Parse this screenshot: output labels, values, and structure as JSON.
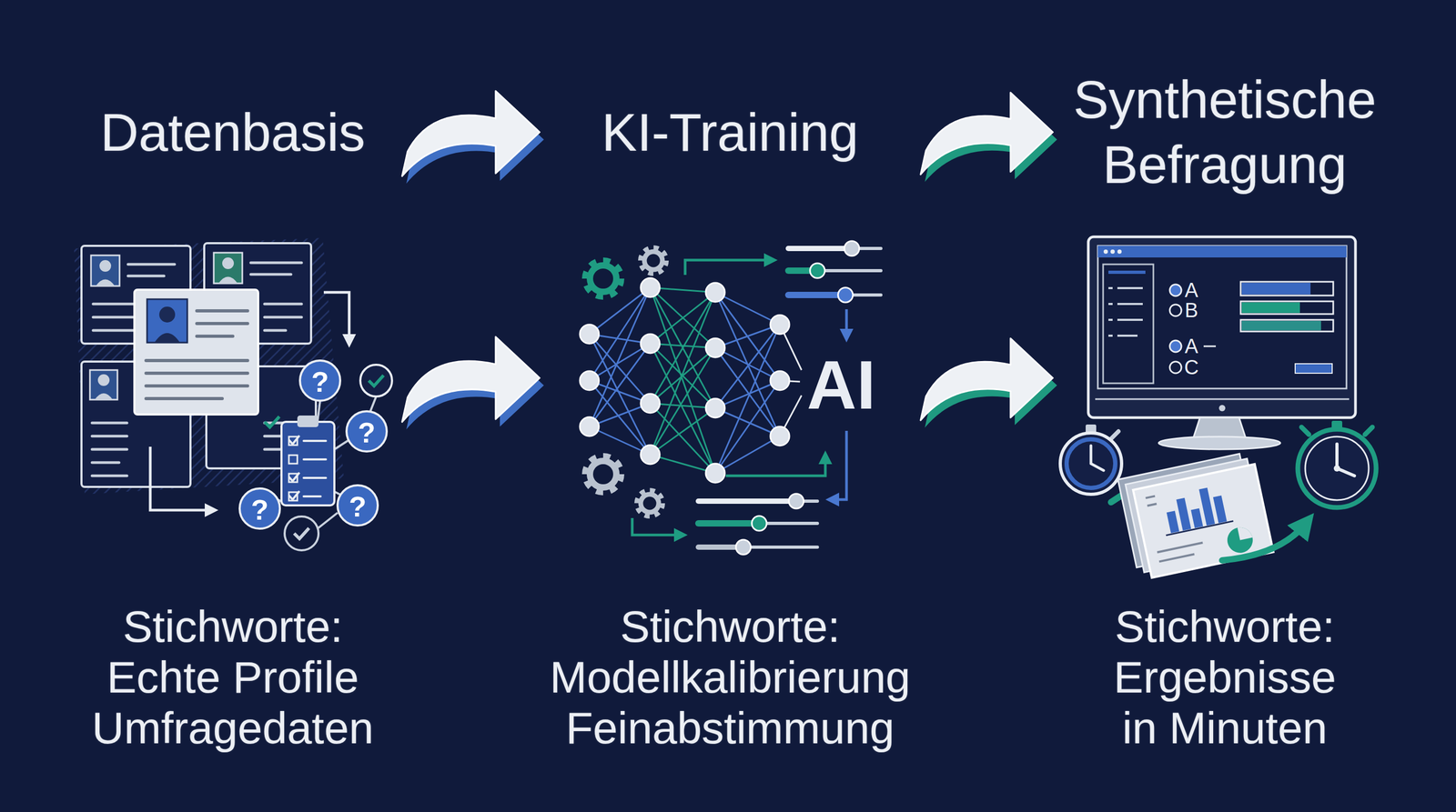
{
  "diagram": {
    "nodes": [
      {
        "text": [
          "Datenbasis",
          "Stichworte:",
          "Echte Profile",
          "Umfragedaten"
        ]
      },
      {
        "text": [
          "KI-Training",
          "Stichworte:",
          "Modellkalibrierung",
          "Feinabstimmung"
        ]
      },
      {
        "text": [
          "Synthetische Befragung",
          "Stichworte:",
          "Ergebnisse in Minuten"
        ]
      }
    ],
    "edges": [
      {
        "from": 0,
        "to": 1,
        "arrow": "to"
      },
      {
        "from": 0,
        "to": 1,
        "arrow": "to"
      },
      {
        "from": 1,
        "to": 2,
        "arrow": "to"
      },
      {
        "from": 1,
        "to": 2,
        "arrow": "to"
      }
    ],
    "labels": [
      "?",
      "?",
      "?",
      "?",
      "AI",
      "A",
      "B",
      "A",
      "C"
    ]
  }
}
